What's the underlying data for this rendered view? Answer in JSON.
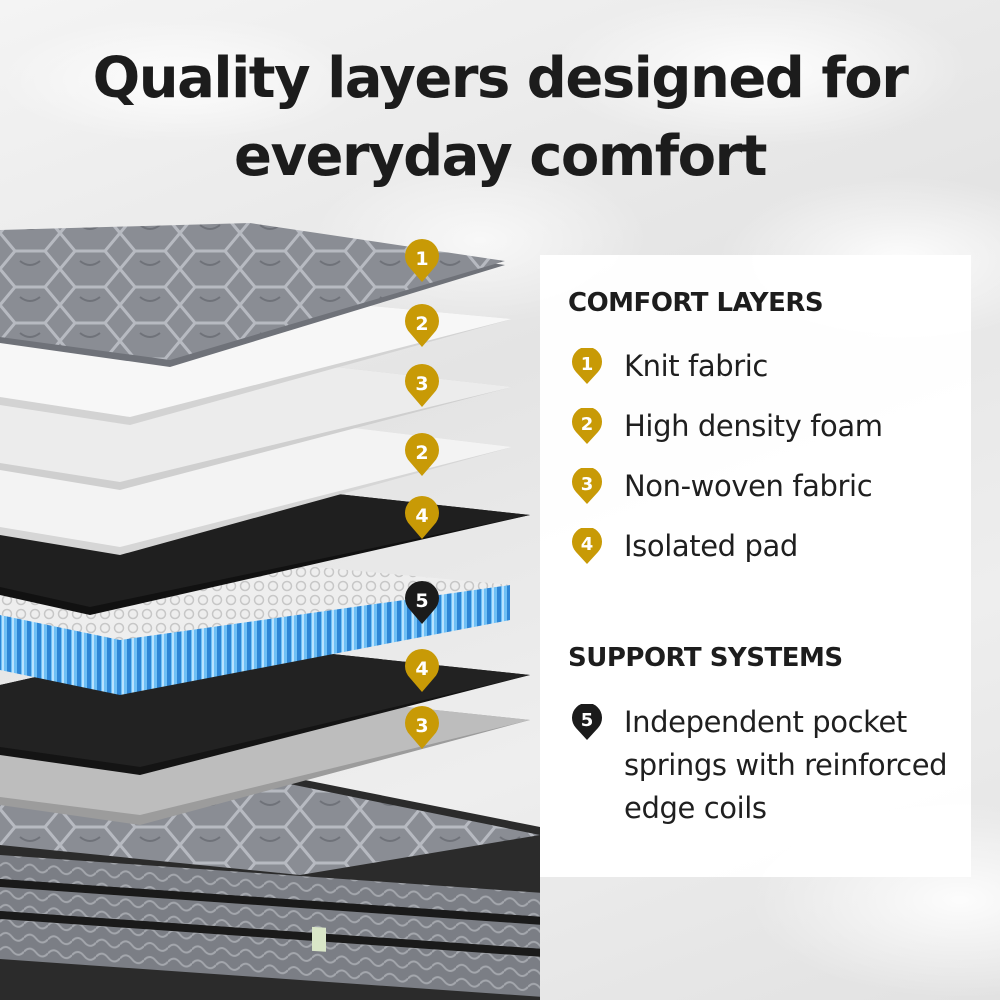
{
  "headline": {
    "line1": "Quality layers designed for",
    "line2": "everyday comfort"
  },
  "colors": {
    "gold": "#c89a06",
    "black_badge": "#1b1b1b",
    "blue_springs": "#3a9ee8"
  },
  "layer_markers": [
    "1",
    "2",
    "3",
    "2",
    "4",
    "5",
    "4",
    "3"
  ],
  "panel": {
    "comfort_title": "COMFORT LAYERS",
    "comfort_items": [
      {
        "num": "1",
        "label": "Knit fabric"
      },
      {
        "num": "2",
        "label": "High density foam"
      },
      {
        "num": "3",
        "label": "Non-woven fabric"
      },
      {
        "num": "4",
        "label": "Isolated pad"
      }
    ],
    "support_title": "SUPPORT SYSTEMS",
    "support_items": [
      {
        "num": "5",
        "label_lines": [
          "Independent pocket",
          "springs with reinforced",
          "edge coils"
        ]
      }
    ]
  }
}
